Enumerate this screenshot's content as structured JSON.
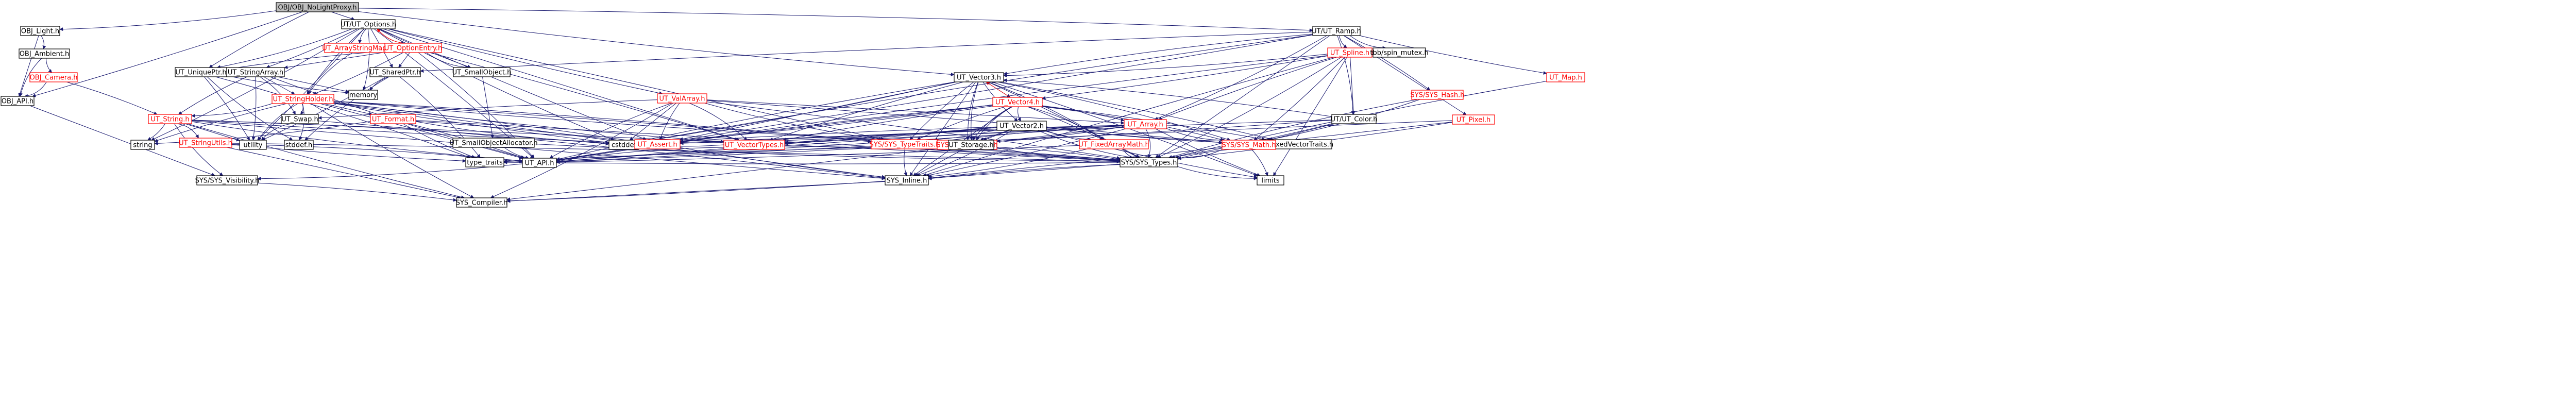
{
  "palette": {
    "edge_default": "#191970",
    "edge_red": "#ff0000",
    "edge_dark": "#000000",
    "node_border": "#000000",
    "node_border_red": "#ff0000",
    "node_fill": "#ffffff",
    "root_fill": "#bfbfbf",
    "text_default": "#000000",
    "text_red": "#ff0000"
  },
  "nodes": [
    {
      "id": "root",
      "label": "OBJ/OBJ_NoLightProxy.h",
      "style": "root"
    },
    {
      "id": "objlight",
      "label": "OBJ_Light.h",
      "style": "plain"
    },
    {
      "id": "objambient",
      "label": "OBJ_Ambient.h",
      "style": "plain"
    },
    {
      "id": "objcamera",
      "label": "OBJ_Camera.h",
      "style": "red"
    },
    {
      "id": "objapi",
      "label": "OBJ_API.h",
      "style": "plain"
    },
    {
      "id": "utoptions",
      "label": "UT/UT_Options.h",
      "style": "plain"
    },
    {
      "id": "arraystringmap",
      "label": "UT_ArrayStringMap.h",
      "style": "red"
    },
    {
      "id": "optionentry",
      "label": "UT_OptionEntry.h",
      "style": "red"
    },
    {
      "id": "uniqueptr",
      "label": "UT_UniquePtr.h",
      "style": "plain"
    },
    {
      "id": "stringarray",
      "label": "UT_StringArray.h",
      "style": "plain"
    },
    {
      "id": "sharedptr",
      "label": "UT_SharedPtr.h",
      "style": "plain"
    },
    {
      "id": "smallobject",
      "label": "UT_SmallObject.h",
      "style": "plain"
    },
    {
      "id": "memory",
      "label": "memory",
      "style": "plain"
    },
    {
      "id": "stringholder",
      "label": "UT_StringHolder.h",
      "style": "red"
    },
    {
      "id": "utstring",
      "label": "UT_String.h",
      "style": "red"
    },
    {
      "id": "stringutils",
      "label": "UT_StringUtils.h",
      "style": "red"
    },
    {
      "id": "string",
      "label": "string",
      "style": "plain"
    },
    {
      "id": "utility",
      "label": "utility",
      "style": "plain"
    },
    {
      "id": "swap",
      "label": "UT_Swap.h",
      "style": "plain"
    },
    {
      "id": "stddef",
      "label": "stddef.h",
      "style": "plain"
    },
    {
      "id": "format",
      "label": "UT_Format.h",
      "style": "red"
    },
    {
      "id": "smallobjalloc",
      "label": "UT_SmallObjectAllocator.h",
      "style": "plain"
    },
    {
      "id": "valarray",
      "label": "UT_ValArray.h",
      "style": "red"
    },
    {
      "id": "cstddef",
      "label": "cstddef",
      "style": "plain"
    },
    {
      "id": "assert",
      "label": "UT_Assert.h",
      "style": "red"
    },
    {
      "id": "vectortypes",
      "label": "UT_VectorTypes.h",
      "style": "red"
    },
    {
      "id": "typetraits",
      "label": "SYS/SYS_TypeTraits.h",
      "style": "red"
    },
    {
      "id": "deprecated",
      "label": "SYS_Deprecated.h",
      "style": "red"
    },
    {
      "id": "utapi",
      "label": "UT_API.h",
      "style": "plain"
    },
    {
      "id": "type_traits",
      "label": "type_traits",
      "style": "plain"
    },
    {
      "id": "visibility",
      "label": "SYS/SYS_Visibility.h",
      "style": "plain"
    },
    {
      "id": "inline",
      "label": "SYS_Inline.h",
      "style": "plain"
    },
    {
      "id": "compiler",
      "label": "SYS_Compiler.h",
      "style": "plain"
    },
    {
      "id": "systypes",
      "label": "SYS/SYS_Types.h",
      "style": "plain"
    },
    {
      "id": "limits",
      "label": "limits",
      "style": "plain"
    },
    {
      "id": "vector3",
      "label": "UT_Vector3.h",
      "style": "plain"
    },
    {
      "id": "vector4",
      "label": "UT_Vector4.h",
      "style": "red"
    },
    {
      "id": "vector2",
      "label": "UT_Vector2.h",
      "style": "plain"
    },
    {
      "id": "storage",
      "label": "UT_Storage.h",
      "style": "plain"
    },
    {
      "id": "fixedarraymath",
      "label": "UT_FixedArrayMath.h",
      "style": "red"
    },
    {
      "id": "utarray",
      "label": "UT_Array.h",
      "style": "red"
    },
    {
      "id": "fixedvectortraits",
      "label": "UT_FixedVectorTraits.h",
      "style": "plain"
    },
    {
      "id": "sysmath",
      "label": "SYS/SYS_Math.h",
      "style": "red"
    },
    {
      "id": "ramp",
      "label": "UT/UT_Ramp.h",
      "style": "plain"
    },
    {
      "id": "spline",
      "label": "UT_Spline.h",
      "style": "red"
    },
    {
      "id": "tbbmutex",
      "label": "tbb/spin_mutex.h",
      "style": "plain"
    },
    {
      "id": "utcolor",
      "label": "UT/UT_Color.h",
      "style": "plain"
    },
    {
      "id": "syshash",
      "label": "SYS/SYS_Hash.h",
      "style": "red"
    },
    {
      "id": "utpixel",
      "label": "UT_Pixel.h",
      "style": "red"
    },
    {
      "id": "utmap",
      "label": "UT_Map.h",
      "style": "red"
    }
  ],
  "edges": [
    [
      "root",
      "objlight",
      "d"
    ],
    [
      "root",
      "objapi",
      "d"
    ],
    [
      "root",
      "utoptions",
      "d"
    ],
    [
      "root",
      "uniqueptr",
      "d"
    ],
    [
      "root",
      "vector3",
      "d"
    ],
    [
      "root",
      "ramp",
      "d"
    ],
    [
      "objlight",
      "objambient",
      "d"
    ],
    [
      "objlight",
      "objapi",
      "d"
    ],
    [
      "objambient",
      "objcamera",
      "d"
    ],
    [
      "objambient",
      "objapi",
      "d"
    ],
    [
      "objcamera",
      "objapi",
      "d"
    ],
    [
      "objcamera",
      "utstring",
      "d"
    ],
    [
      "objapi",
      "visibility",
      "d"
    ],
    [
      "utoptions",
      "arraystringmap",
      "d"
    ],
    [
      "utoptions",
      "optionentry",
      "d"
    ],
    [
      "utoptions",
      "uniqueptr",
      "d"
    ],
    [
      "utoptions",
      "stringarray",
      "d"
    ],
    [
      "utoptions",
      "sharedptr",
      "d"
    ],
    [
      "utoptions",
      "smallobject",
      "d"
    ],
    [
      "utoptions",
      "stringholder",
      "d"
    ],
    [
      "utoptions",
      "memory",
      "d"
    ],
    [
      "utoptions",
      "utapi",
      "d"
    ],
    [
      "utoptions",
      "vectortypes",
      "d"
    ],
    [
      "utoptions",
      "valarray",
      "d"
    ],
    [
      "utoptions",
      "cstddef",
      "d"
    ],
    [
      "utoptions",
      "string",
      "d"
    ],
    [
      "utoptions",
      "utility",
      "d"
    ],
    [
      "utoptions",
      "typetraits",
      "d"
    ],
    [
      "utoptions",
      "assert",
      "d"
    ],
    [
      "arraystringmap",
      "stringholder",
      "d"
    ],
    [
      "optionentry",
      "utoptions",
      "r"
    ],
    [
      "optionentry",
      "stringholder",
      "d"
    ],
    [
      "optionentry",
      "stringarray",
      "d"
    ],
    [
      "optionentry",
      "uniqueptr",
      "d"
    ],
    [
      "optionentry",
      "smallobject",
      "d"
    ],
    [
      "optionentry",
      "utapi",
      "d"
    ],
    [
      "optionentry",
      "vectortypes",
      "d"
    ],
    [
      "optionentry",
      "sharedptr",
      "d"
    ],
    [
      "uniqueptr",
      "memory",
      "d"
    ],
    [
      "uniqueptr",
      "stddef",
      "d"
    ],
    [
      "uniqueptr",
      "type_traits",
      "d"
    ],
    [
      "uniqueptr",
      "utility",
      "d"
    ],
    [
      "stringarray",
      "stringholder",
      "d"
    ],
    [
      "stringarray",
      "utstring",
      "d"
    ],
    [
      "stringarray",
      "utapi",
      "d"
    ],
    [
      "stringarray",
      "swap",
      "d"
    ],
    [
      "stringarray",
      "utility",
      "d"
    ],
    [
      "stringarray",
      "memory",
      "d"
    ],
    [
      "sharedptr",
      "memory",
      "d"
    ],
    [
      "sharedptr",
      "stddef",
      "d"
    ],
    [
      "sharedptr",
      "type_traits",
      "d"
    ],
    [
      "sharedptr",
      "utility",
      "d"
    ],
    [
      "smallobject",
      "smallobjalloc",
      "d"
    ],
    [
      "smallobjalloc",
      "utapi",
      "d"
    ],
    [
      "smallobjalloc",
      "systypes",
      "d"
    ],
    [
      "stringholder",
      "utstring",
      "d"
    ],
    [
      "stringholder",
      "swap",
      "d"
    ],
    [
      "stringholder",
      "format",
      "d"
    ],
    [
      "stringholder",
      "string",
      "d"
    ],
    [
      "stringholder",
      "utility",
      "d"
    ],
    [
      "stringholder",
      "stddef",
      "d"
    ],
    [
      "stringholder",
      "assert",
      "d"
    ],
    [
      "stringholder",
      "utapi",
      "d"
    ],
    [
      "stringholder",
      "cstddef",
      "d"
    ],
    [
      "stringholder",
      "vectortypes",
      "d"
    ],
    [
      "stringholder",
      "typetraits",
      "d"
    ],
    [
      "stringholder",
      "systypes",
      "d"
    ],
    [
      "stringholder",
      "inline",
      "d"
    ],
    [
      "stringholder",
      "compiler",
      "d"
    ],
    [
      "stringholder",
      "deprecated",
      "d"
    ],
    [
      "utstring",
      "stringutils",
      "d"
    ],
    [
      "utstring",
      "string",
      "d"
    ],
    [
      "utstring",
      "utility",
      "d"
    ],
    [
      "utstring",
      "assert",
      "d"
    ],
    [
      "utstring",
      "utapi",
      "d"
    ],
    [
      "utstring",
      "cstddef",
      "d"
    ],
    [
      "utstring",
      "systypes",
      "d"
    ],
    [
      "utstring",
      "inline",
      "d"
    ],
    [
      "utstring",
      "compiler",
      "d"
    ],
    [
      "utstring",
      "visibility",
      "d"
    ],
    [
      "stringutils",
      "utapi",
      "d"
    ],
    [
      "stringutils",
      "systypes",
      "d"
    ],
    [
      "stringutils",
      "compiler",
      "d"
    ],
    [
      "stringutils",
      "type_traits",
      "d"
    ],
    [
      "swap",
      "utility",
      "d"
    ],
    [
      "swap",
      "inline",
      "d"
    ],
    [
      "format",
      "utapi",
      "d"
    ],
    [
      "format",
      "systypes",
      "d"
    ],
    [
      "format",
      "type_traits",
      "d"
    ],
    [
      "format",
      "cstddef",
      "d"
    ],
    [
      "format",
      "string",
      "d"
    ],
    [
      "format",
      "assert",
      "d"
    ],
    [
      "valarray",
      "utarray",
      "d"
    ],
    [
      "valarray",
      "assert",
      "d"
    ],
    [
      "valarray",
      "utapi",
      "d"
    ],
    [
      "valarray",
      "vectortypes",
      "d"
    ],
    [
      "valarray",
      "systypes",
      "d"
    ],
    [
      "valarray",
      "cstddef",
      "d"
    ],
    [
      "valarray",
      "swap",
      "d"
    ],
    [
      "valarray",
      "typetraits",
      "d"
    ],
    [
      "valarray",
      "compiler",
      "d"
    ],
    [
      "valarray",
      "sysmath",
      "d"
    ],
    [
      "assert",
      "utapi",
      "d"
    ],
    [
      "assert",
      "inline",
      "d"
    ],
    [
      "vectortypes",
      "utapi",
      "d"
    ],
    [
      "vectortypes",
      "systypes",
      "d"
    ],
    [
      "vectortypes",
      "cstddef",
      "d"
    ],
    [
      "typetraits",
      "systypes",
      "d"
    ],
    [
      "typetraits",
      "inline",
      "d"
    ],
    [
      "deprecated",
      "systypes",
      "d"
    ],
    [
      "utapi",
      "visibility",
      "d"
    ],
    [
      "visibility",
      "compiler",
      "d"
    ],
    [
      "inline",
      "compiler",
      "d"
    ],
    [
      "systypes",
      "inline",
      "d"
    ],
    [
      "systypes",
      "limits",
      "d"
    ],
    [
      "systypes",
      "compiler",
      "d"
    ],
    [
      "systypes",
      "type_traits",
      "d"
    ],
    [
      "vector3",
      "vector4",
      "d"
    ],
    [
      "vector3",
      "vector2",
      "d"
    ],
    [
      "vector3",
      "storage",
      "d"
    ],
    [
      "vector3",
      "fixedarraymath",
      "d"
    ],
    [
      "vector3",
      "fixedvectortraits",
      "d"
    ],
    [
      "vector3",
      "assert",
      "d"
    ],
    [
      "vector3",
      "vectortypes",
      "d"
    ],
    [
      "vector3",
      "utapi",
      "d"
    ],
    [
      "vector3",
      "sysmath",
      "d"
    ],
    [
      "vector3",
      "systypes",
      "d"
    ],
    [
      "vector3",
      "inline",
      "d"
    ],
    [
      "vector3",
      "typetraits",
      "d"
    ],
    [
      "vector3",
      "deprecated",
      "d"
    ],
    [
      "vector3",
      "cstddef",
      "d"
    ],
    [
      "vector3",
      "limits",
      "d"
    ],
    [
      "vector4",
      "vector3",
      "r"
    ],
    [
      "vector4",
      "vector2",
      "d"
    ],
    [
      "vector4",
      "storage",
      "d"
    ],
    [
      "vector4",
      "fixedarraymath",
      "d"
    ],
    [
      "vector4",
      "fixedvectortraits",
      "d"
    ],
    [
      "vector4",
      "assert",
      "d"
    ],
    [
      "vector4",
      "vectortypes",
      "d"
    ],
    [
      "vector4",
      "utapi",
      "d"
    ],
    [
      "vector4",
      "sysmath",
      "d"
    ],
    [
      "vector4",
      "systypes",
      "d"
    ],
    [
      "vector4",
      "inline",
      "d"
    ],
    [
      "vector4",
      "typetraits",
      "d"
    ],
    [
      "vector4",
      "deprecated",
      "d"
    ],
    [
      "vector4",
      "cstddef",
      "d"
    ],
    [
      "vector4",
      "utarray",
      "d"
    ],
    [
      "vector2",
      "storage",
      "d"
    ],
    [
      "vector2",
      "fixedarraymath",
      "d"
    ],
    [
      "vector2",
      "fixedvectortraits",
      "d"
    ],
    [
      "vector2",
      "assert",
      "d"
    ],
    [
      "vector2",
      "vectortypes",
      "d"
    ],
    [
      "vector2",
      "utapi",
      "d"
    ],
    [
      "vector2",
      "sysmath",
      "d"
    ],
    [
      "vector2",
      "systypes",
      "d"
    ],
    [
      "vector2",
      "inline",
      "d"
    ],
    [
      "vector2",
      "typetraits",
      "d"
    ],
    [
      "vector2",
      "deprecated",
      "d"
    ],
    [
      "vector2",
      "cstddef",
      "d"
    ],
    [
      "vector2",
      "limits",
      "d"
    ],
    [
      "storage",
      "typetraits",
      "d"
    ],
    [
      "storage",
      "systypes",
      "d"
    ],
    [
      "storage",
      "inline",
      "d"
    ],
    [
      "storage",
      "type_traits",
      "d"
    ],
    [
      "fixedarraymath",
      "systypes",
      "d"
    ],
    [
      "fixedarraymath",
      "inline",
      "d"
    ],
    [
      "fixedarraymath",
      "utapi",
      "d"
    ],
    [
      "utarray",
      "assert",
      "d"
    ],
    [
      "utarray",
      "utapi",
      "d"
    ],
    [
      "utarray",
      "vectortypes",
      "d"
    ],
    [
      "utarray",
      "systypes",
      "d"
    ],
    [
      "utarray",
      "inline",
      "d"
    ],
    [
      "utarray",
      "compiler",
      "d"
    ],
    [
      "utarray",
      "limits",
      "d"
    ],
    [
      "utarray",
      "sysmath",
      "d"
    ],
    [
      "utarray",
      "type_traits",
      "d"
    ],
    [
      "utarray",
      "deprecated",
      "d"
    ],
    [
      "utarray",
      "cstddef",
      "d"
    ],
    [
      "utarray",
      "typetraits",
      "d"
    ],
    [
      "fixedvectortraits",
      "systypes",
      "d"
    ],
    [
      "sysmath",
      "systypes",
      "d"
    ],
    [
      "sysmath",
      "limits",
      "d"
    ],
    [
      "sysmath",
      "inline",
      "d"
    ],
    [
      "ramp",
      "spline",
      "d"
    ],
    [
      "ramp",
      "tbbmutex",
      "d"
    ],
    [
      "ramp",
      "utcolor",
      "d"
    ],
    [
      "ramp",
      "syshash",
      "d"
    ],
    [
      "ramp",
      "utpixel",
      "d"
    ],
    [
      "ramp",
      "utmap",
      "d"
    ],
    [
      "ramp",
      "vector3",
      "d"
    ],
    [
      "ramp",
      "utarray",
      "d"
    ],
    [
      "ramp",
      "utapi",
      "d"
    ],
    [
      "ramp",
      "systypes",
      "d"
    ],
    [
      "ramp",
      "sharedptr",
      "d"
    ],
    [
      "ramp",
      "cstddef",
      "d"
    ],
    [
      "spline",
      "vector3",
      "d"
    ],
    [
      "spline",
      "vector4",
      "d"
    ],
    [
      "spline",
      "utcolor",
      "d"
    ],
    [
      "spline",
      "utarray",
      "d"
    ],
    [
      "spline",
      "utapi",
      "d"
    ],
    [
      "spline",
      "systypes",
      "d"
    ],
    [
      "spline",
      "sysmath",
      "d"
    ],
    [
      "spline",
      "limits",
      "d"
    ],
    [
      "spline",
      "inline",
      "d"
    ],
    [
      "utcolor",
      "vector3",
      "d"
    ],
    [
      "utcolor",
      "utapi",
      "d"
    ],
    [
      "utcolor",
      "systypes",
      "d"
    ],
    [
      "utcolor",
      "sysmath",
      "d"
    ],
    [
      "utcolor",
      "vectortypes",
      "d"
    ],
    [
      "syshash",
      "systypes",
      "d"
    ],
    [
      "syshash",
      "sysmath",
      "d"
    ],
    [
      "utpixel",
      "systypes",
      "d"
    ],
    [
      "utpixel",
      "sysmath",
      "d"
    ],
    [
      "utpixel",
      "utapi",
      "d"
    ],
    [
      "utmap",
      "systypes",
      "d"
    ]
  ]
}
